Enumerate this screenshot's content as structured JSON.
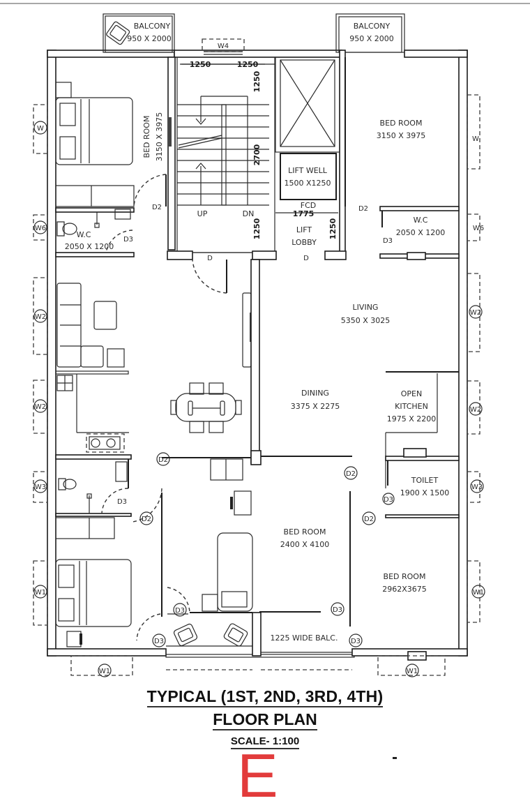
{
  "drawing": {
    "title_line1": "TYPICAL (1ST, 2ND, 3RD, 4TH)",
    "title_line2": "FLOOR PLAN",
    "scale": "SCALE- 1:100",
    "block_letter": "E",
    "accent_color": "#e23b3b"
  },
  "rooms": {
    "balcony_left": {
      "name": "BALCONY",
      "size": "950 X 2000"
    },
    "balcony_right": {
      "name": "BALCONY",
      "size": "950 X 2000"
    },
    "bedroom_top_left": {
      "name": "BED ROOM",
      "size": "3150 X 3975"
    },
    "bedroom_top_right": {
      "name": "BED ROOM",
      "size": "3150 X 3975"
    },
    "wc_left": {
      "name": "W.C",
      "size": "2050 X 1200"
    },
    "wc_right": {
      "name": "W.C",
      "size": "2050 X 1200"
    },
    "lift_well": {
      "name": "LIFT WELL",
      "size": "1500 X1250"
    },
    "lift_lobby": {
      "name1": "LIFT",
      "name2": "LOBBY"
    },
    "living": {
      "name": "LIVING",
      "size": "5350 X 3025"
    },
    "dining": {
      "name": "DINING",
      "size": "3375 X 2275"
    },
    "open_kitchen": {
      "name1": "OPEN",
      "name2": "KITCHEN",
      "size": "1975 X 2200"
    },
    "toilet": {
      "name": "TOILET",
      "size": "1900 X 1500"
    },
    "bedroom_mid": {
      "name": "BED ROOM",
      "size": "2400 X 4100"
    },
    "bedroom_bottom_right": {
      "name": "BED ROOM",
      "size": "2962X3675"
    },
    "balcony_wide": {
      "name": "1225 WIDE BALC."
    }
  },
  "stair": {
    "up": "UP",
    "dn": "DN",
    "dim_w1": "1250",
    "dim_w2": "1250",
    "dim_top": "1250",
    "dim_run": "2700",
    "dim_landing": "1250",
    "dim_lobby_w": "1775",
    "dim_lobby_h": "1250",
    "fcd": "FCD"
  },
  "doors": {
    "d": "D",
    "d2": "D2",
    "d3": "D3"
  },
  "windows": {
    "w": "W",
    "w1": "W1",
    "w2": "W2",
    "w3": "W3",
    "w4": "W4",
    "w6": "W6"
  }
}
